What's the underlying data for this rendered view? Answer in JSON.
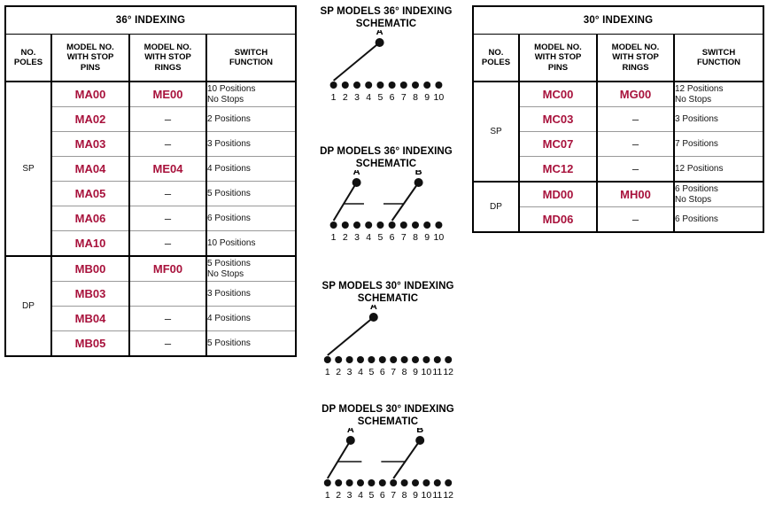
{
  "tables": [
    {
      "id": "indexing-36",
      "title": "36° INDEXING",
      "columns": [
        "NO.\nPOLES",
        "MODEL NO.\nWITH STOP\nPINS",
        "MODEL NO.\nWITH STOP\nRINGS",
        "SWITCH\nFUNCTION"
      ],
      "columns_lines": [
        [
          "NO.",
          "POLES"
        ],
        [
          "MODEL NO.",
          "WITH STOP",
          "PINS"
        ],
        [
          "MODEL NO.",
          "WITH STOP",
          "RINGS"
        ],
        [
          "SWITCH",
          "FUNCTION"
        ]
      ],
      "sections": [
        {
          "poles": "SP",
          "rows": [
            {
              "stop_pins": "MA00",
              "stop_rings": "ME00",
              "function": [
                "10 Positions",
                "No Stops"
              ]
            },
            {
              "stop_pins": "MA02",
              "stop_rings": "–",
              "function": [
                "2 Positions"
              ]
            },
            {
              "stop_pins": "MA03",
              "stop_rings": "–",
              "function": [
                "3 Positions"
              ]
            },
            {
              "stop_pins": "MA04",
              "stop_rings": "ME04",
              "function": [
                "4 Positions"
              ]
            },
            {
              "stop_pins": "MA05",
              "stop_rings": "–",
              "function": [
                "5 Positions"
              ]
            },
            {
              "stop_pins": "MA06",
              "stop_rings": "–",
              "function": [
                "6 Positions"
              ]
            },
            {
              "stop_pins": "MA10",
              "stop_rings": "–",
              "function": [
                "10 Positions"
              ]
            }
          ]
        },
        {
          "poles": "DP",
          "rows": [
            {
              "stop_pins": "MB00",
              "stop_rings": "MF00",
              "function": [
                "5 Positions",
                "No Stops"
              ]
            },
            {
              "stop_pins": "MB03",
              "stop_rings": "",
              "function": [
                "3 Positions"
              ]
            },
            {
              "stop_pins": "MB04",
              "stop_rings": "–",
              "function": [
                "4 Positions"
              ]
            },
            {
              "stop_pins": "MB05",
              "stop_rings": "–",
              "function": [
                "5 Positions"
              ]
            }
          ]
        }
      ]
    },
    {
      "id": "indexing-30",
      "title": "30° INDEXING",
      "columns_lines": [
        [
          "NO.",
          "POLES"
        ],
        [
          "MODEL NO.",
          "WITH STOP",
          "PINS"
        ],
        [
          "MODEL NO.",
          "WITH STOP",
          "RINGS"
        ],
        [
          "SWITCH",
          "FUNCTION"
        ]
      ],
      "sections": [
        {
          "poles": "SP",
          "rows": [
            {
              "stop_pins": "MC00",
              "stop_rings": "MG00",
              "function": [
                "12 Positions",
                "No Stops"
              ]
            },
            {
              "stop_pins": "MC03",
              "stop_rings": "–",
              "function": [
                "3 Positions"
              ]
            },
            {
              "stop_pins": "MC07",
              "stop_rings": "–",
              "function": [
                "7 Positions"
              ]
            },
            {
              "stop_pins": "MC12",
              "stop_rings": "–",
              "function": [
                "12 Positions"
              ]
            }
          ]
        },
        {
          "poles": "DP",
          "rows": [
            {
              "stop_pins": "MD00",
              "stop_rings": "MH00",
              "function": [
                "6 Positions",
                "No Stops"
              ]
            },
            {
              "stop_pins": "MD06",
              "stop_rings": "–",
              "function": [
                "6 Positions"
              ]
            }
          ]
        }
      ]
    }
  ],
  "schematics": [
    {
      "id": "sp-36",
      "title_lines": [
        "SP MODELS 36°  INDEXING",
        "SCHEMATIC"
      ],
      "terminals": [
        "1",
        "2",
        "3",
        "4",
        "5",
        "6",
        "7",
        "8",
        "9",
        "10"
      ],
      "poles": [
        {
          "label": "A",
          "terminal": 1
        }
      ],
      "linkage": false
    },
    {
      "id": "dp-36",
      "title_lines": [
        "DP MODELS 36°  INDEXING",
        "SCHEMATIC"
      ],
      "terminals": [
        "1",
        "2",
        "3",
        "4",
        "5",
        "6",
        "7",
        "8",
        "9",
        "10"
      ],
      "poles": [
        {
          "label": "A",
          "terminal": 1
        },
        {
          "label": "B",
          "terminal": 6
        }
      ],
      "linkage": true
    },
    {
      "id": "sp-30",
      "title_lines": [
        "SP MODELS 30°  INDEXING",
        "SCHEMATIC"
      ],
      "terminals": [
        "1",
        "2",
        "3",
        "4",
        "5",
        "6",
        "7",
        "8",
        "9",
        "10",
        "11",
        "12"
      ],
      "poles": [
        {
          "label": "A",
          "terminal": 1
        }
      ],
      "linkage": false
    },
    {
      "id": "dp-30",
      "title_lines": [
        "DP MODELS 30°  INDEXING",
        "SCHEMATIC"
      ],
      "terminals": [
        "1",
        "2",
        "3",
        "4",
        "5",
        "6",
        "7",
        "8",
        "9",
        "10",
        "11",
        "12"
      ],
      "poles": [
        {
          "label": "A",
          "terminal": 1
        },
        {
          "label": "B",
          "terminal": 7
        }
      ],
      "linkage": true
    }
  ],
  "colors": {
    "model_red": "#a8123c",
    "rule_heavy": "#000000",
    "rule_light": "#9a9a9a"
  }
}
